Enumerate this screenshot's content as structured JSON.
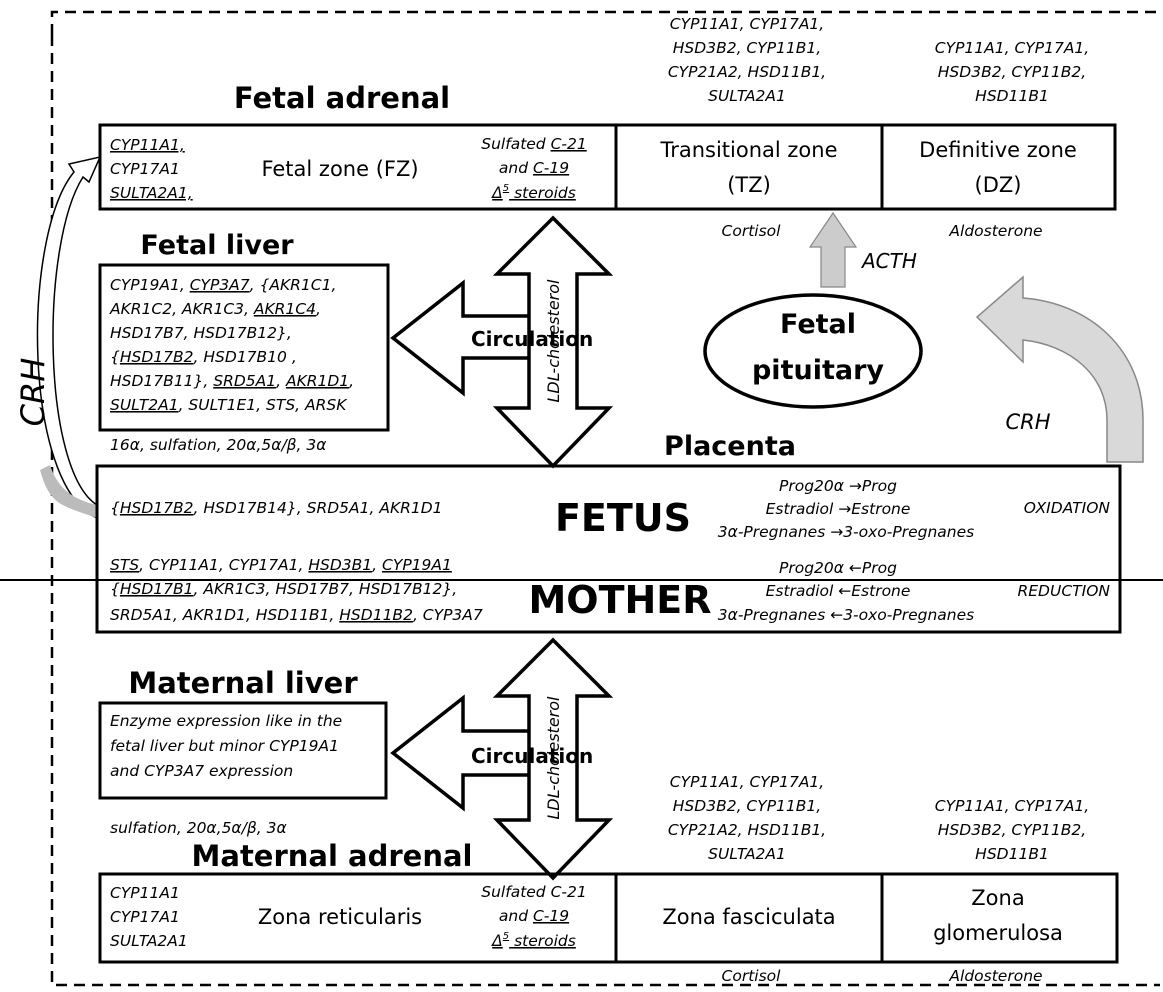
{
  "fetal_adrenal": {
    "title": "Fetal adrenal",
    "fz_enzymes": {
      "line1": "CYP11A1,",
      "line2": "CYP17A1",
      "line3": "SULTA2A1,"
    },
    "fz_label": "Fetal zone (FZ)",
    "fz_products": {
      "line1a": "Sulfated ",
      "line1b": "C-21",
      "line2a": "and ",
      "line2b": "C-19",
      "line3a": "Δ",
      "line3sup": "5",
      "line3b": " steroids"
    },
    "tz_label": {
      "line1": "Transitional zone",
      "line2": "(TZ)"
    },
    "dz_label": {
      "line1": "Definitive zone",
      "line2": "(DZ)"
    },
    "tz_enzymes": {
      "line1": "CYP11A1, CYP17A1,",
      "line2": "HSD3B2, CYP11B1,",
      "line3": "CYP21A2, HSD11B1,",
      "line4": "SULTA2A1"
    },
    "dz_enzymes": {
      "line1": "CYP11A1, CYP17A1,",
      "line2": "HSD3B2, CYP11B2,",
      "line3": "HSD11B1"
    },
    "tz_product": "Cortisol",
    "dz_product": "Aldosterone"
  },
  "fetal_liver": {
    "title": "Fetal liver",
    "l1": {
      "a": "CYP19A1, ",
      "b": "CYP3A7",
      "c": ", {AKR1C1,"
    },
    "l2": {
      "a": "AKR1C2, AKR1C3, ",
      "b": "AKR1C4",
      "c": ","
    },
    "l3": "HSD17B7, HSD17B12},",
    "l4": {
      "a": "{",
      "b": "HSD17B2",
      "c": ", HSD17B10 ,"
    },
    "l5": {
      "a": "HSD17B11}, ",
      "b": "SRD5A1",
      "c": ", ",
      "d": "AKR1D1",
      "e": ","
    },
    "l6": {
      "a": "SULT2A1",
      "b": ", SULT1E1, STS, ARSK"
    },
    "reactions": "16α, sulfation, 20α,5α/β, 3α"
  },
  "circulation_label": "Circulation",
  "ldl_label": "LDL-cholesterol",
  "crh_label": "CRH",
  "acth_label": "ACTH",
  "fetal_pituitary": {
    "line1": "Fetal",
    "line2": "pituitary"
  },
  "placenta": {
    "title": "Placenta",
    "fetus_label": "FETUS",
    "mother_label": "MOTHER",
    "fetus_enzymes": {
      "a": "{",
      "b": "HSD17B2",
      "c": ", HSD17B14}, SRD5A1, AKR1D1"
    },
    "fetus_reactions": {
      "line1": "Prog20α →Prog",
      "line2": "Estradiol →Estrone",
      "line3": "3α-Pregnanes →3-oxo-Pregnanes"
    },
    "oxidation_label": "OXIDATION",
    "mother_enzymes": {
      "line1": {
        "a": "STS",
        "b": ", CYP11A1, CYP17A1, ",
        "c": "HSD3B1",
        "d": ", ",
        "e": "CYP19A1"
      },
      "line2": {
        "a": "{",
        "b": "HSD17B1",
        "c": ", AKR1C3,  HSD17B7, HSD17B12},"
      },
      "line3": {
        "a": "SRD5A1, AKR1D1, HSD11B1,  ",
        "b": "HSD11B2",
        "c": ",  CYP3A7"
      }
    },
    "mother_reactions": {
      "line1": "Prog20α ←Prog",
      "line2": "Estradiol ←Estrone",
      "line3": "3α-Pregnanes ←3-oxo-Pregnanes"
    },
    "reduction_label": "REDUCTION"
  },
  "maternal_liver": {
    "title": "Maternal liver",
    "text": {
      "line1": "Enzyme expression like in the",
      "line2": "fetal liver but minor CYP19A1",
      "line3": "and  CYP3A7 expression"
    },
    "reactions": "sulfation, 20α,5α/β, 3α"
  },
  "maternal_adrenal": {
    "title": "Maternal adrenal",
    "zr_enzymes": {
      "line1": "CYP11A1",
      "line2": "CYP17A1",
      "line3": "SULTA2A1"
    },
    "zr_label": "Zona reticularis",
    "zr_products": {
      "line1": "Sulfated C-21",
      "line2a": "and ",
      "line2b": "C-19",
      "line3a": "Δ",
      "line3sup": "5",
      "line3b": " steroids"
    },
    "zf_label": "Zona fasciculata",
    "zg_label": {
      "line1": "Zona",
      "line2": "glomerulosa"
    },
    "zf_enzymes": {
      "line1": "CYP11A1, CYP17A1,",
      "line2": "HSD3B2, CYP11B1,",
      "line3": "CYP21A2, HSD11B1,",
      "line4": "SULTA2A1"
    },
    "zg_enzymes": {
      "line1": "CYP11A1, CYP17A1,",
      "line2": "HSD3B2, CYP11B2,",
      "line3": "HSD11B1"
    },
    "zf_product": "Cortisol",
    "zg_product": "Aldosterone"
  }
}
